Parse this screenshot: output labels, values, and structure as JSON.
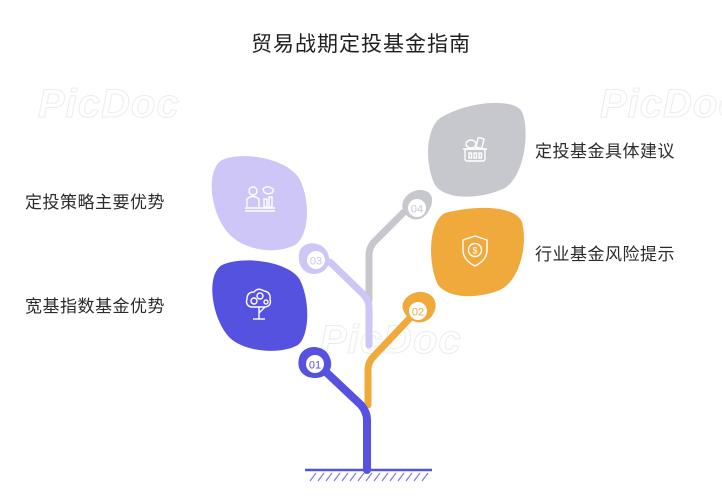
{
  "title": "贸易战期定投基金指南",
  "watermark": "PicDoc",
  "colors": {
    "step1": "#5652e0",
    "step2": "#f0aa3c",
    "step3": "#cdc6f7",
    "step4": "#c6c8cd",
    "ground": "#5652e0"
  },
  "steps": [
    {
      "number": "01",
      "label": "宽基指数基金优势",
      "icon": "money-tree-icon",
      "side": "left"
    },
    {
      "number": "02",
      "label": "行业基金风险提示",
      "icon": "shield-dollar-icon",
      "side": "right"
    },
    {
      "number": "03",
      "label": "定投策略主要优势",
      "icon": "investor-desk-icon",
      "side": "left"
    },
    {
      "number": "04",
      "label": "定投基金具体建议",
      "icon": "money-basket-icon",
      "side": "right"
    }
  ]
}
